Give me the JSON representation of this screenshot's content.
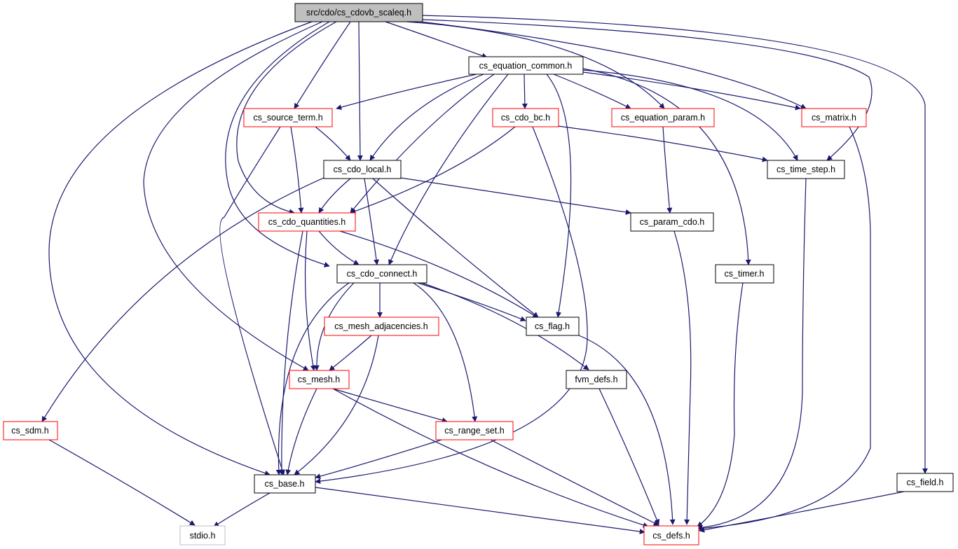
{
  "colors": {
    "edge": "#191970",
    "root_fill": "#bfbfbf",
    "normal_border": "#000000",
    "linked_border": "#ff0000",
    "external_border": "#bfbfbf",
    "background": "#ffffff"
  },
  "nodes": [
    {
      "id": "root",
      "label": "src/cdo/cs_cdovb_scaleq.h",
      "style": "root"
    },
    {
      "id": "equation_common",
      "label": "cs_equation_common.h",
      "style": "normal"
    },
    {
      "id": "source_term",
      "label": "cs_source_term.h",
      "style": "linked"
    },
    {
      "id": "cdo_bc",
      "label": "cs_cdo_bc.h",
      "style": "linked"
    },
    {
      "id": "equation_param",
      "label": "cs_equation_param.h",
      "style": "linked"
    },
    {
      "id": "matrix",
      "label": "cs_matrix.h",
      "style": "linked"
    },
    {
      "id": "cdo_local",
      "label": "cs_cdo_local.h",
      "style": "normal"
    },
    {
      "id": "time_step",
      "label": "cs_time_step.h",
      "style": "normal"
    },
    {
      "id": "cdo_quantities",
      "label": "cs_cdo_quantities.h",
      "style": "linked"
    },
    {
      "id": "param_cdo",
      "label": "cs_param_cdo.h",
      "style": "normal"
    },
    {
      "id": "cdo_connect",
      "label": "cs_cdo_connect.h",
      "style": "normal"
    },
    {
      "id": "timer",
      "label": "cs_timer.h",
      "style": "normal"
    },
    {
      "id": "mesh_adjacencies",
      "label": "cs_mesh_adjacencies.h",
      "style": "linked"
    },
    {
      "id": "flag",
      "label": "cs_flag.h",
      "style": "normal"
    },
    {
      "id": "mesh",
      "label": "cs_mesh.h",
      "style": "linked"
    },
    {
      "id": "fvm_defs",
      "label": "fvm_defs.h",
      "style": "normal"
    },
    {
      "id": "sdm",
      "label": "cs_sdm.h",
      "style": "linked"
    },
    {
      "id": "range_set",
      "label": "cs_range_set.h",
      "style": "linked"
    },
    {
      "id": "base",
      "label": "cs_base.h",
      "style": "normal"
    },
    {
      "id": "field",
      "label": "cs_field.h",
      "style": "normal"
    },
    {
      "id": "stdio",
      "label": "stdio.h",
      "style": "external"
    },
    {
      "id": "defs",
      "label": "cs_defs.h",
      "style": "linked"
    }
  ]
}
